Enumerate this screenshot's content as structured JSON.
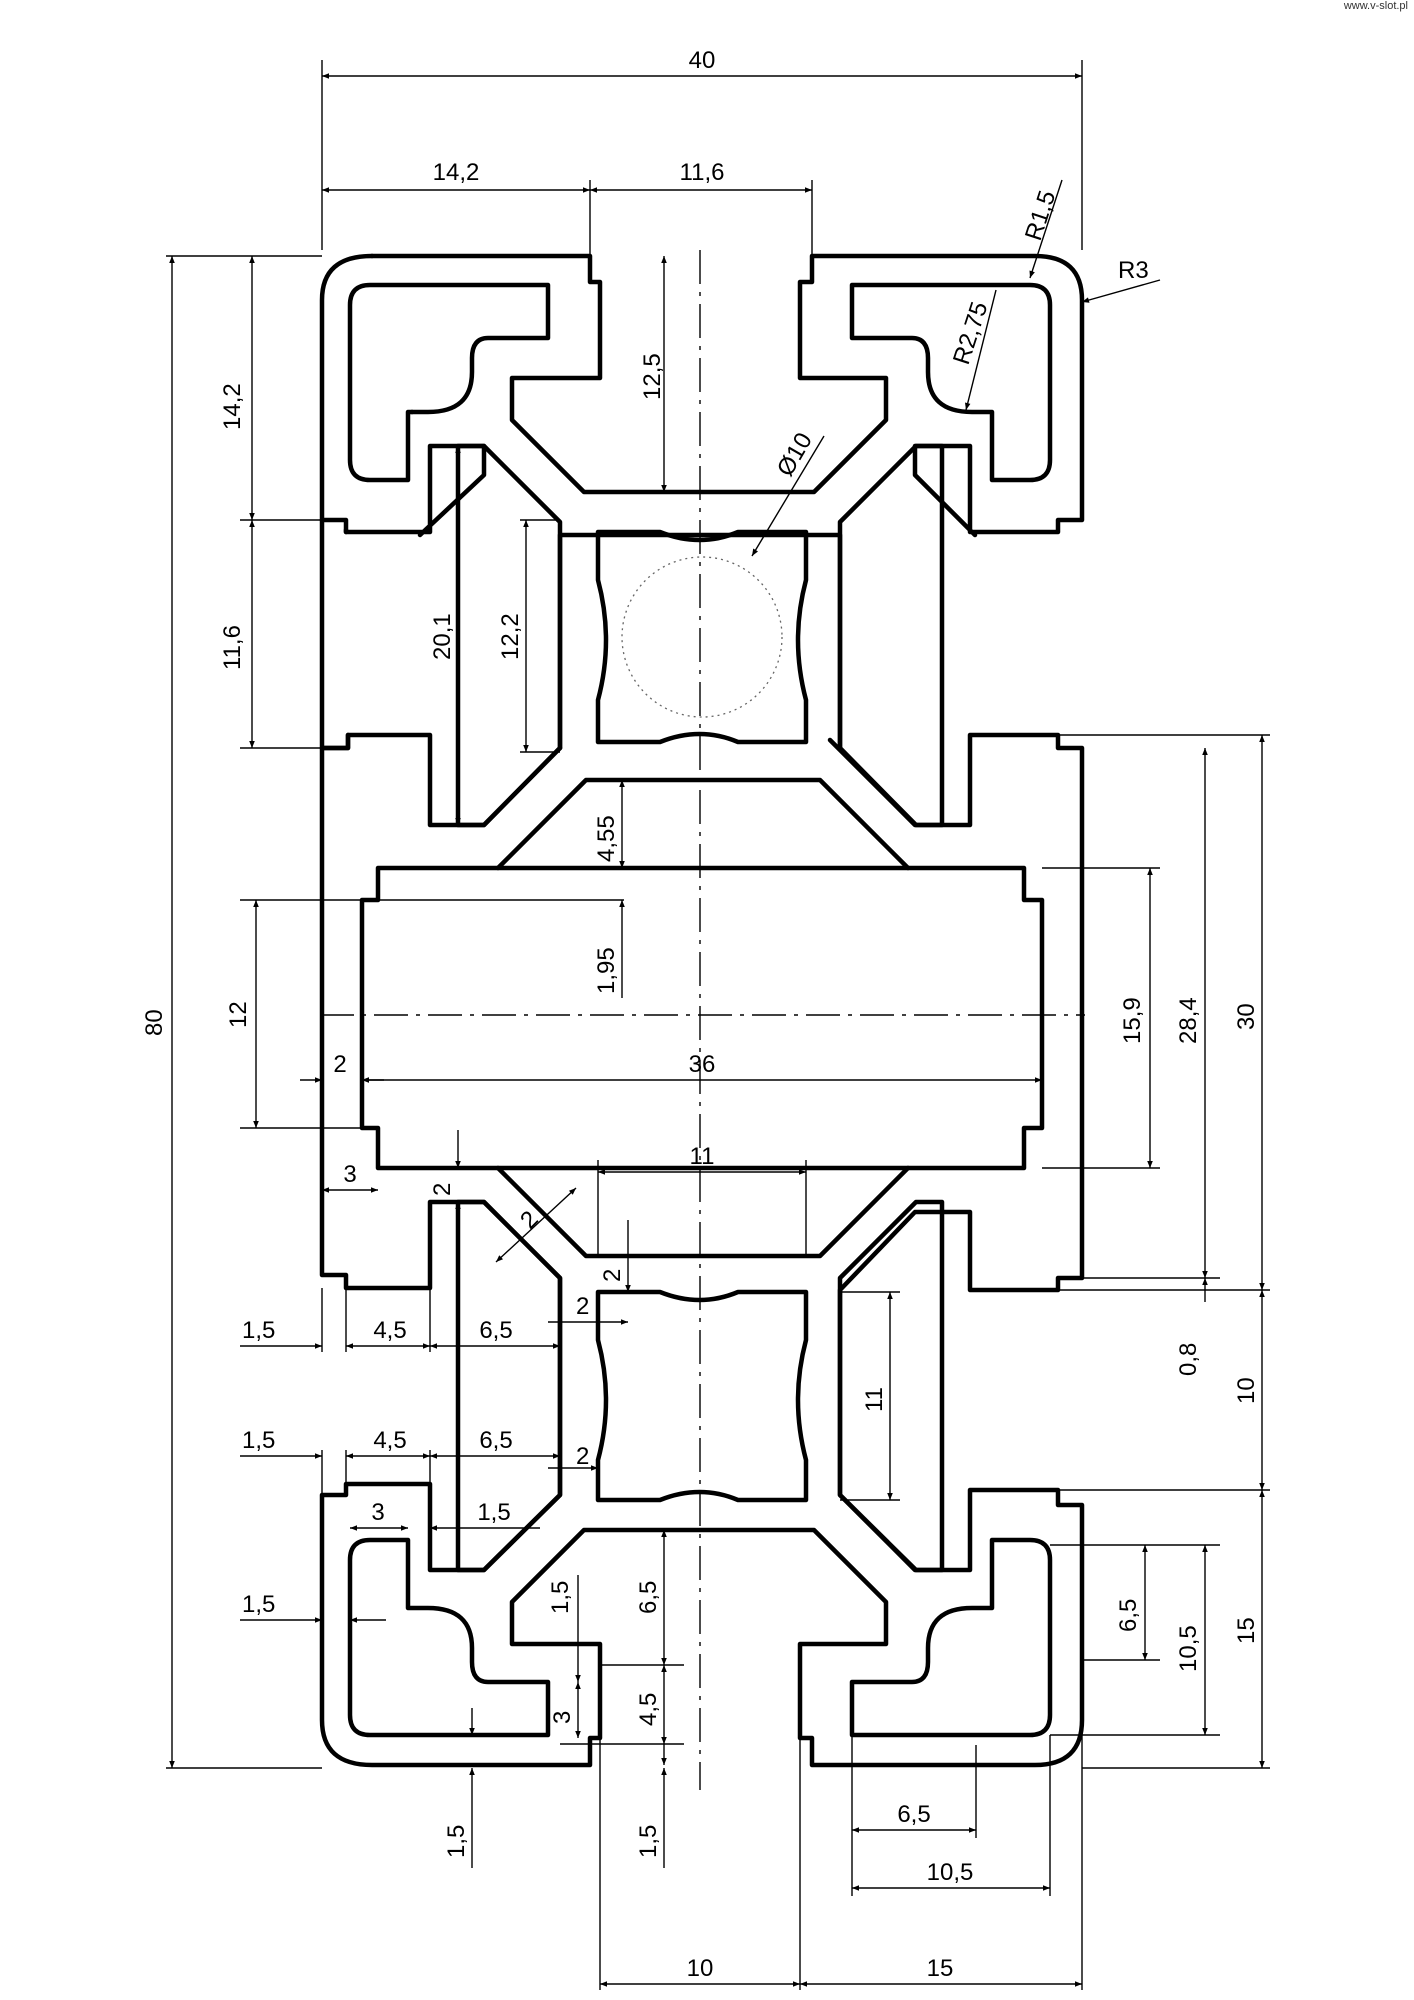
{
  "watermark": "www.v-slot.pl",
  "dimensions": {
    "d40": "40",
    "d14_2_top": "14,2",
    "d11_6_top": "11,6",
    "r1_5": "R1,5",
    "r3": "R3",
    "r2_75": "R2,75",
    "dia10": "Ø10",
    "d12_5": "12,5",
    "d14_2_left": "14,2",
    "d11_6_left": "11,6",
    "d20_1": "20,1",
    "d12_2": "12,2",
    "d80": "80",
    "d4_55": "4,55",
    "d1_95": "1,95",
    "d12": "12",
    "d2_left": "2",
    "d36": "36",
    "d15_9": "15,9",
    "d28_4": "28,4",
    "d30": "30",
    "d3_a": "3",
    "d2_b": "2",
    "d2_diag": "2",
    "d11_top": "11",
    "d2_c": "2",
    "d2_d": "2",
    "d1_5_a": "1,5",
    "d4_5_a": "4,5",
    "d6_5_a": "6,5",
    "d0_8": "0,8",
    "d10_right": "10",
    "d11_side": "11",
    "d1_5_b": "1,5",
    "d4_5_b": "4,5",
    "d6_5_b": "6,5",
    "d2_e": "2",
    "d3_b": "3",
    "d1_5_c": "1,5",
    "d1_5_d": "1,5",
    "d1_5_e": "1,5",
    "d6_5_c": "6,5",
    "d4_5_c": "4,5",
    "d3_c": "3",
    "d6_5_d": "6,5",
    "d10_5_a": "10,5",
    "d15_right": "15",
    "d1_5_f": "1,5",
    "d1_5_g": "1,5",
    "d6_5_e": "6,5",
    "d10_5_b": "10,5",
    "d10_bottom": "10",
    "d15_bottom": "15"
  }
}
